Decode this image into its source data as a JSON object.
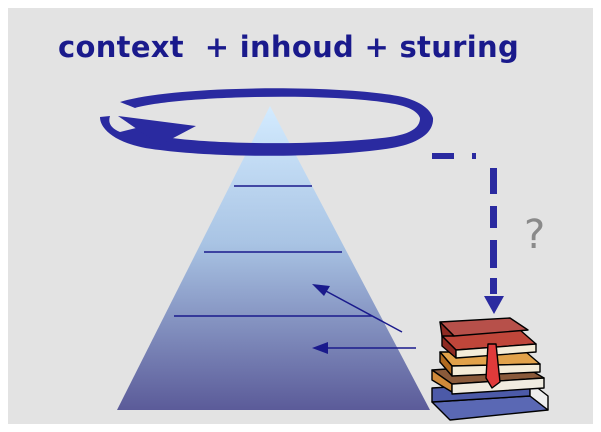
{
  "title": "context  + inhoud + sturing",
  "question_mark": "?",
  "colors": {
    "background": "#e3e3e3",
    "title_text": "#1a1a8c",
    "cycle_arrow": "#2a2aa0",
    "pyramid_top": "#cfe6fb",
    "pyramid_bottom": "#5a5a9a",
    "pyramid_lines": "#1a1a8c",
    "question_mark": "#8a8a8a"
  },
  "icons": [
    "circular-cycle-arrow",
    "dashed-elbow-arrow",
    "books-stack-clipart"
  ]
}
